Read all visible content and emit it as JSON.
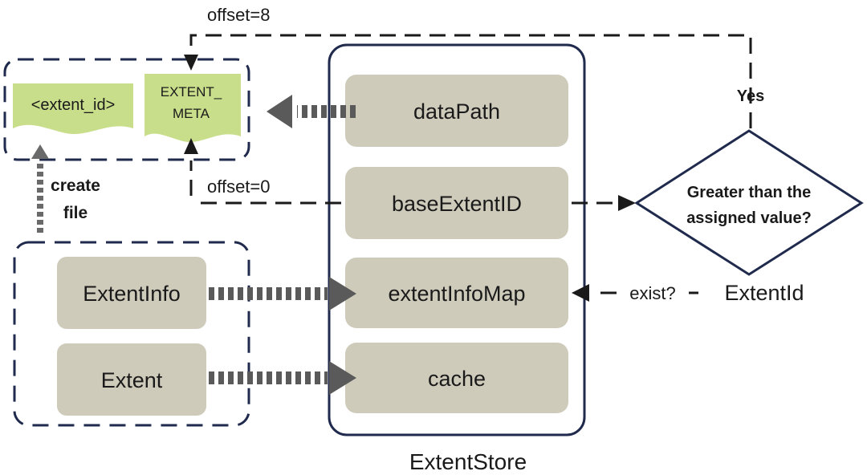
{
  "labels": {
    "offset_top": "offset=8",
    "offset_mid": "offset=0",
    "yes": "Yes",
    "decision_line1": "Greater than the",
    "decision_line2": "assigned value?",
    "exist": "exist?",
    "extent_id": "ExtentId",
    "create_line1": "create",
    "create_line2": "file",
    "store_caption": "ExtentStore"
  },
  "files": {
    "extent_id_file": "<extent_id>",
    "meta_line1": "EXTENT_",
    "meta_line2": "META"
  },
  "store_fields": {
    "data_path": "dataPath",
    "base_extent_id": "baseExtentID",
    "extent_info_map": "extentInfoMap",
    "cache": "cache"
  },
  "left_items": {
    "extent_info": "ExtentInfo",
    "extent": "Extent"
  },
  "colors": {
    "box_fill": "#cfcbbb",
    "doc_fill": "#c9de8b",
    "navy_border": "#1f2a4d",
    "arrow_gray": "#5a5a5a"
  }
}
